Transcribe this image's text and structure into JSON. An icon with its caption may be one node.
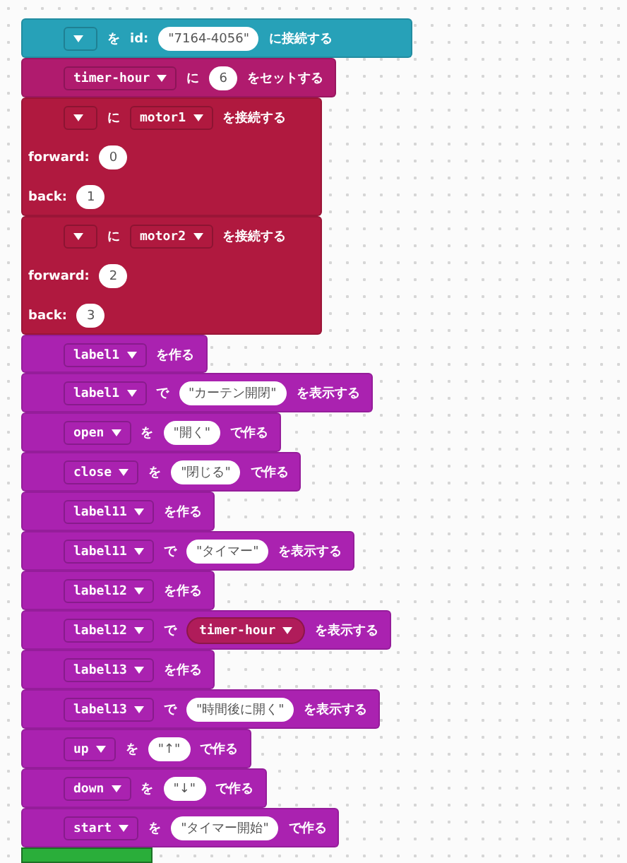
{
  "diagram": {
    "nodes": [
      {
        "text": [
          "を",
          "id:",
          "に接続する"
        ]
      },
      {
        "text": [],
        "shape": "box",
        "in": 0
      },
      {
        "text": [
          "\"7164-4056\""
        ],
        "in": 0
      },
      {
        "text": [
          "に",
          "をセットする"
        ]
      },
      {
        "text": [
          "timer-hour"
        ],
        "in": 3
      },
      {
        "text": [
          "6"
        ],
        "in": 3
      },
      {
        "text": [
          "に",
          "を接続する",
          "forward:",
          "back:"
        ]
      },
      {
        "text": [],
        "shape": "box",
        "in": 6
      },
      {
        "text": [
          "motor1"
        ],
        "in": 6
      },
      {
        "text": [
          "0"
        ],
        "in": 6
      },
      {
        "text": [
          "1"
        ],
        "in": 6
      },
      {
        "text": [
          "に",
          "を接続する",
          "forward:",
          "back:"
        ]
      },
      {
        "text": [],
        "shape": "box",
        "in": 11
      },
      {
        "text": [
          "motor2"
        ],
        "in": 11
      },
      {
        "text": [
          "2"
        ],
        "in": 11
      },
      {
        "text": [
          "3"
        ],
        "in": 11
      },
      {
        "text": [
          "を作る"
        ]
      },
      {
        "text": [
          "label1"
        ],
        "in": 16
      },
      {
        "text": [
          "で",
          "を表示する"
        ]
      },
      {
        "text": [
          "label1"
        ],
        "in": 18
      },
      {
        "text": [
          "\"カーテン開閉\""
        ],
        "in": 18
      },
      {
        "text": [
          "を",
          "で作る"
        ]
      },
      {
        "text": [
          "open"
        ],
        "in": 21
      },
      {
        "text": [
          "\"開く\""
        ],
        "in": 21
      },
      {
        "text": [
          "を",
          "で作る"
        ]
      },
      {
        "text": [
          "close"
        ],
        "in": 24
      },
      {
        "text": [
          "\"閉じる\""
        ],
        "in": 24
      },
      {
        "text": [
          "を作る"
        ]
      },
      {
        "text": [
          "label11"
        ],
        "in": 27
      },
      {
        "text": [
          "で",
          "を表示する"
        ]
      },
      {
        "text": [
          "label11"
        ],
        "in": 29
      },
      {
        "text": [
          "\"タイマー\""
        ],
        "in": 29
      },
      {
        "text": [
          "を作る"
        ]
      },
      {
        "text": [
          "label12"
        ],
        "in": 32
      },
      {
        "text": [
          "で",
          "を表示する"
        ]
      },
      {
        "text": [
          "label12"
        ],
        "in": 34
      },
      {
        "text": [
          "timer-hour"
        ],
        "in": 34
      },
      {
        "text": [
          "を作る"
        ]
      },
      {
        "text": [
          "label13"
        ],
        "in": 37
      },
      {
        "text": [
          "で",
          "を表示する"
        ]
      },
      {
        "text": [
          "label13"
        ],
        "in": 39
      },
      {
        "text": [
          "\"時間後に開く\""
        ],
        "in": 39
      },
      {
        "text": [
          "を",
          "で作る"
        ]
      },
      {
        "text": [
          "up"
        ],
        "in": 42
      },
      {
        "text": [
          "\"↑\""
        ],
        "in": 42
      },
      {
        "text": [
          "を",
          "で作る"
        ]
      },
      {
        "text": [
          "down"
        ],
        "in": 45
      },
      {
        "text": [
          "\"↓\""
        ],
        "in": 45
      },
      {
        "text": [
          "を",
          "で作る"
        ]
      },
      {
        "text": [
          "start"
        ],
        "in": 48
      },
      {
        "text": [
          "\"タイマー開始\""
        ],
        "in": 48
      },
      {
        "text": [],
        "shape": "bar"
      }
    ]
  }
}
